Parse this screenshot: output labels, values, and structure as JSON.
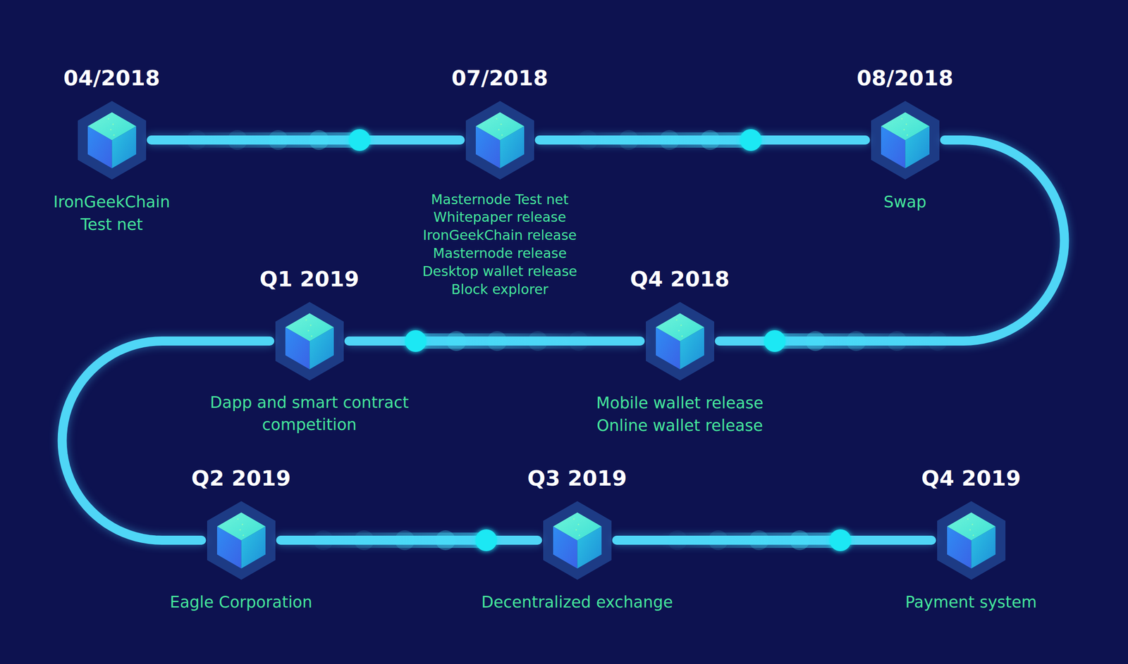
{
  "diagram": {
    "nodes": [
      {
        "text": [
          "04/2018",
          "IronGeekChain Test net"
        ]
      },
      {
        "text": [
          "07/2018",
          "Masternode Test net",
          "Whitepaper release",
          "IronGeekChain release",
          "Masternode release",
          "Desktop wallet release",
          "Block explorer"
        ]
      },
      {
        "text": [
          "08/2018",
          "Swap"
        ]
      },
      {
        "text": [
          "Q4 2018",
          "Mobile wallet release",
          "Online wallet release"
        ]
      },
      {
        "text": [
          "Q1 2019",
          "Dapp and smart contract competition"
        ]
      },
      {
        "text": [
          "Q2 2019",
          "Eagle Corporation"
        ]
      },
      {
        "text": [
          "Q3 2019",
          "Decentralized exchange"
        ]
      },
      {
        "text": [
          "Q4 2019",
          "Payment system"
        ]
      }
    ],
    "edges": [
      {
        "from": 0,
        "to": 1,
        "arrow": "none"
      },
      {
        "from": 1,
        "to": 2,
        "arrow": "none"
      },
      {
        "from": 2,
        "to": 3,
        "arrow": "none"
      },
      {
        "from": 3,
        "to": 4,
        "arrow": "none"
      },
      {
        "from": 4,
        "to": 5,
        "arrow": "none"
      },
      {
        "from": 5,
        "to": 6,
        "arrow": "none"
      },
      {
        "from": 6,
        "to": 7,
        "arrow": "none"
      }
    ]
  }
}
